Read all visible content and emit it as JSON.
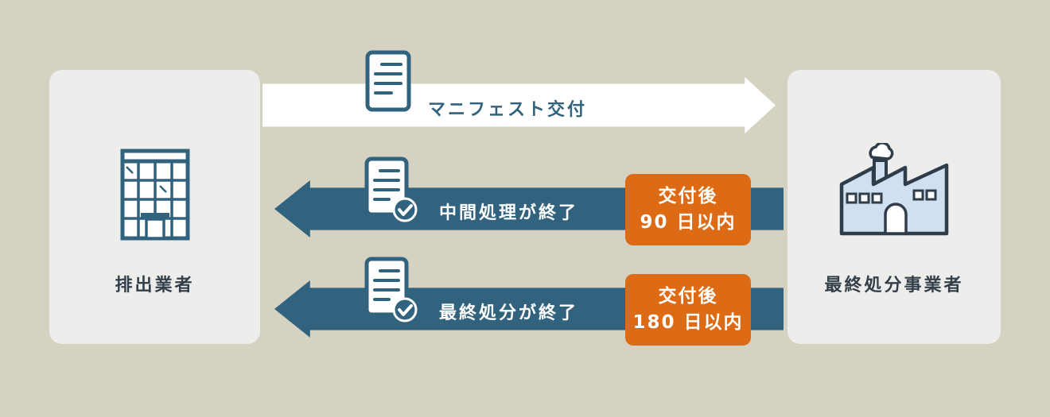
{
  "colors": {
    "background": "#d6d2c1",
    "card": "#ededeb",
    "teal_arrow": "#31627e",
    "white_arrow": "#ffffff",
    "orange_badge": "#dd6a14",
    "entity_text": "#33404a",
    "factory_fill": "#cfe0f1"
  },
  "entities": {
    "left": {
      "label": "排出業者",
      "icon": "building-icon"
    },
    "right": {
      "label": "最終処分事業者",
      "icon": "factory-icon"
    }
  },
  "flows": [
    {
      "label": "マニフェスト交付",
      "direction": "right",
      "icon": "document-icon"
    },
    {
      "label": "中間処理が終了",
      "direction": "left",
      "icon": "document-check-icon",
      "badge": {
        "line1": "交付後",
        "line2": "90 日以内"
      }
    },
    {
      "label": "最終処分が終了",
      "direction": "left",
      "icon": "document-check-icon",
      "badge": {
        "line1": "交付後",
        "line2": "180 日以内"
      }
    }
  ]
}
